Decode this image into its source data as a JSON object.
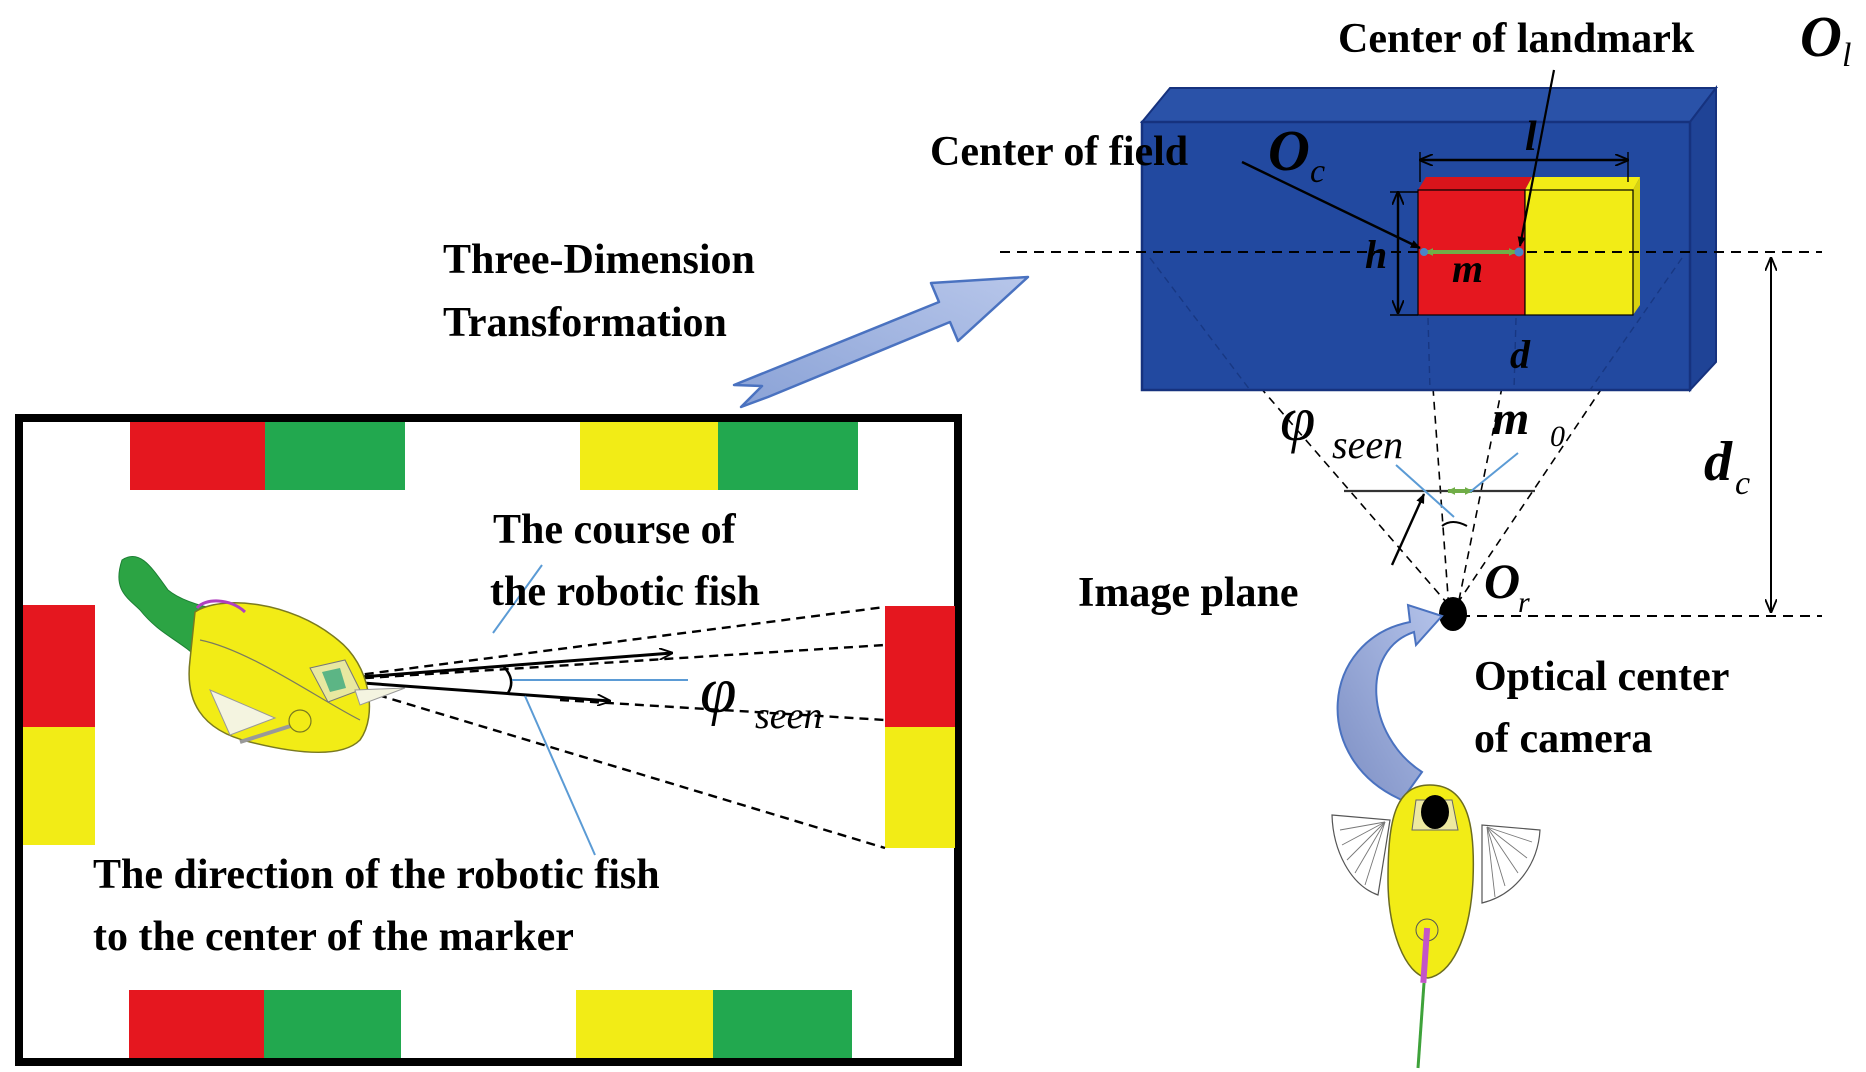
{
  "colors": {
    "red": "#e5171f",
    "green": "#22a84f",
    "yellow": "#f2ec16",
    "blue_box": "#2249a0",
    "blue_edge": "#16327e",
    "arrow_fill": "#9fb3e0",
    "arrow_stroke": "#4a72c0",
    "pointer_blue": "#5b9bd5",
    "measure_green": "#70ad47"
  },
  "left_panel": {
    "transform_label": [
      "Three-Dimension",
      "Transformation"
    ],
    "course_label": [
      "The course of",
      "the robotic fish"
    ],
    "direction_label": [
      "The direction of the robotic fish",
      "to the center of the marker"
    ],
    "angle_symbol": "φ",
    "angle_subscript": "seen",
    "markers": {
      "top": [
        [
          "red",
          "green"
        ],
        [
          "yellow",
          "green"
        ]
      ],
      "bottom": [
        [
          "red",
          "green"
        ],
        [
          "yellow",
          "green"
        ]
      ],
      "left": [
        "red",
        "yellow"
      ],
      "right": [
        "red",
        "yellow"
      ]
    }
  },
  "right_panel": {
    "landmark_center_label": "Center of landmark",
    "landmark_center_symbol": "O",
    "landmark_center_sub": "l",
    "field_center_label": "Center of field",
    "field_center_symbol": "O",
    "field_center_sub": "c",
    "dim_l": "l",
    "dim_h": "h",
    "dim_m": "m",
    "dim_d": "d",
    "dim_m0": "m",
    "dim_m0_sub": "0",
    "dim_dc": "d",
    "dim_dc_sub": "c",
    "angle_symbol": "φ",
    "angle_subscript": "seen",
    "image_plane_label": "Image plane",
    "optical_center_symbol": "O",
    "optical_center_sub": "r",
    "optical_center_label": [
      "Optical center",
      "of camera"
    ]
  }
}
